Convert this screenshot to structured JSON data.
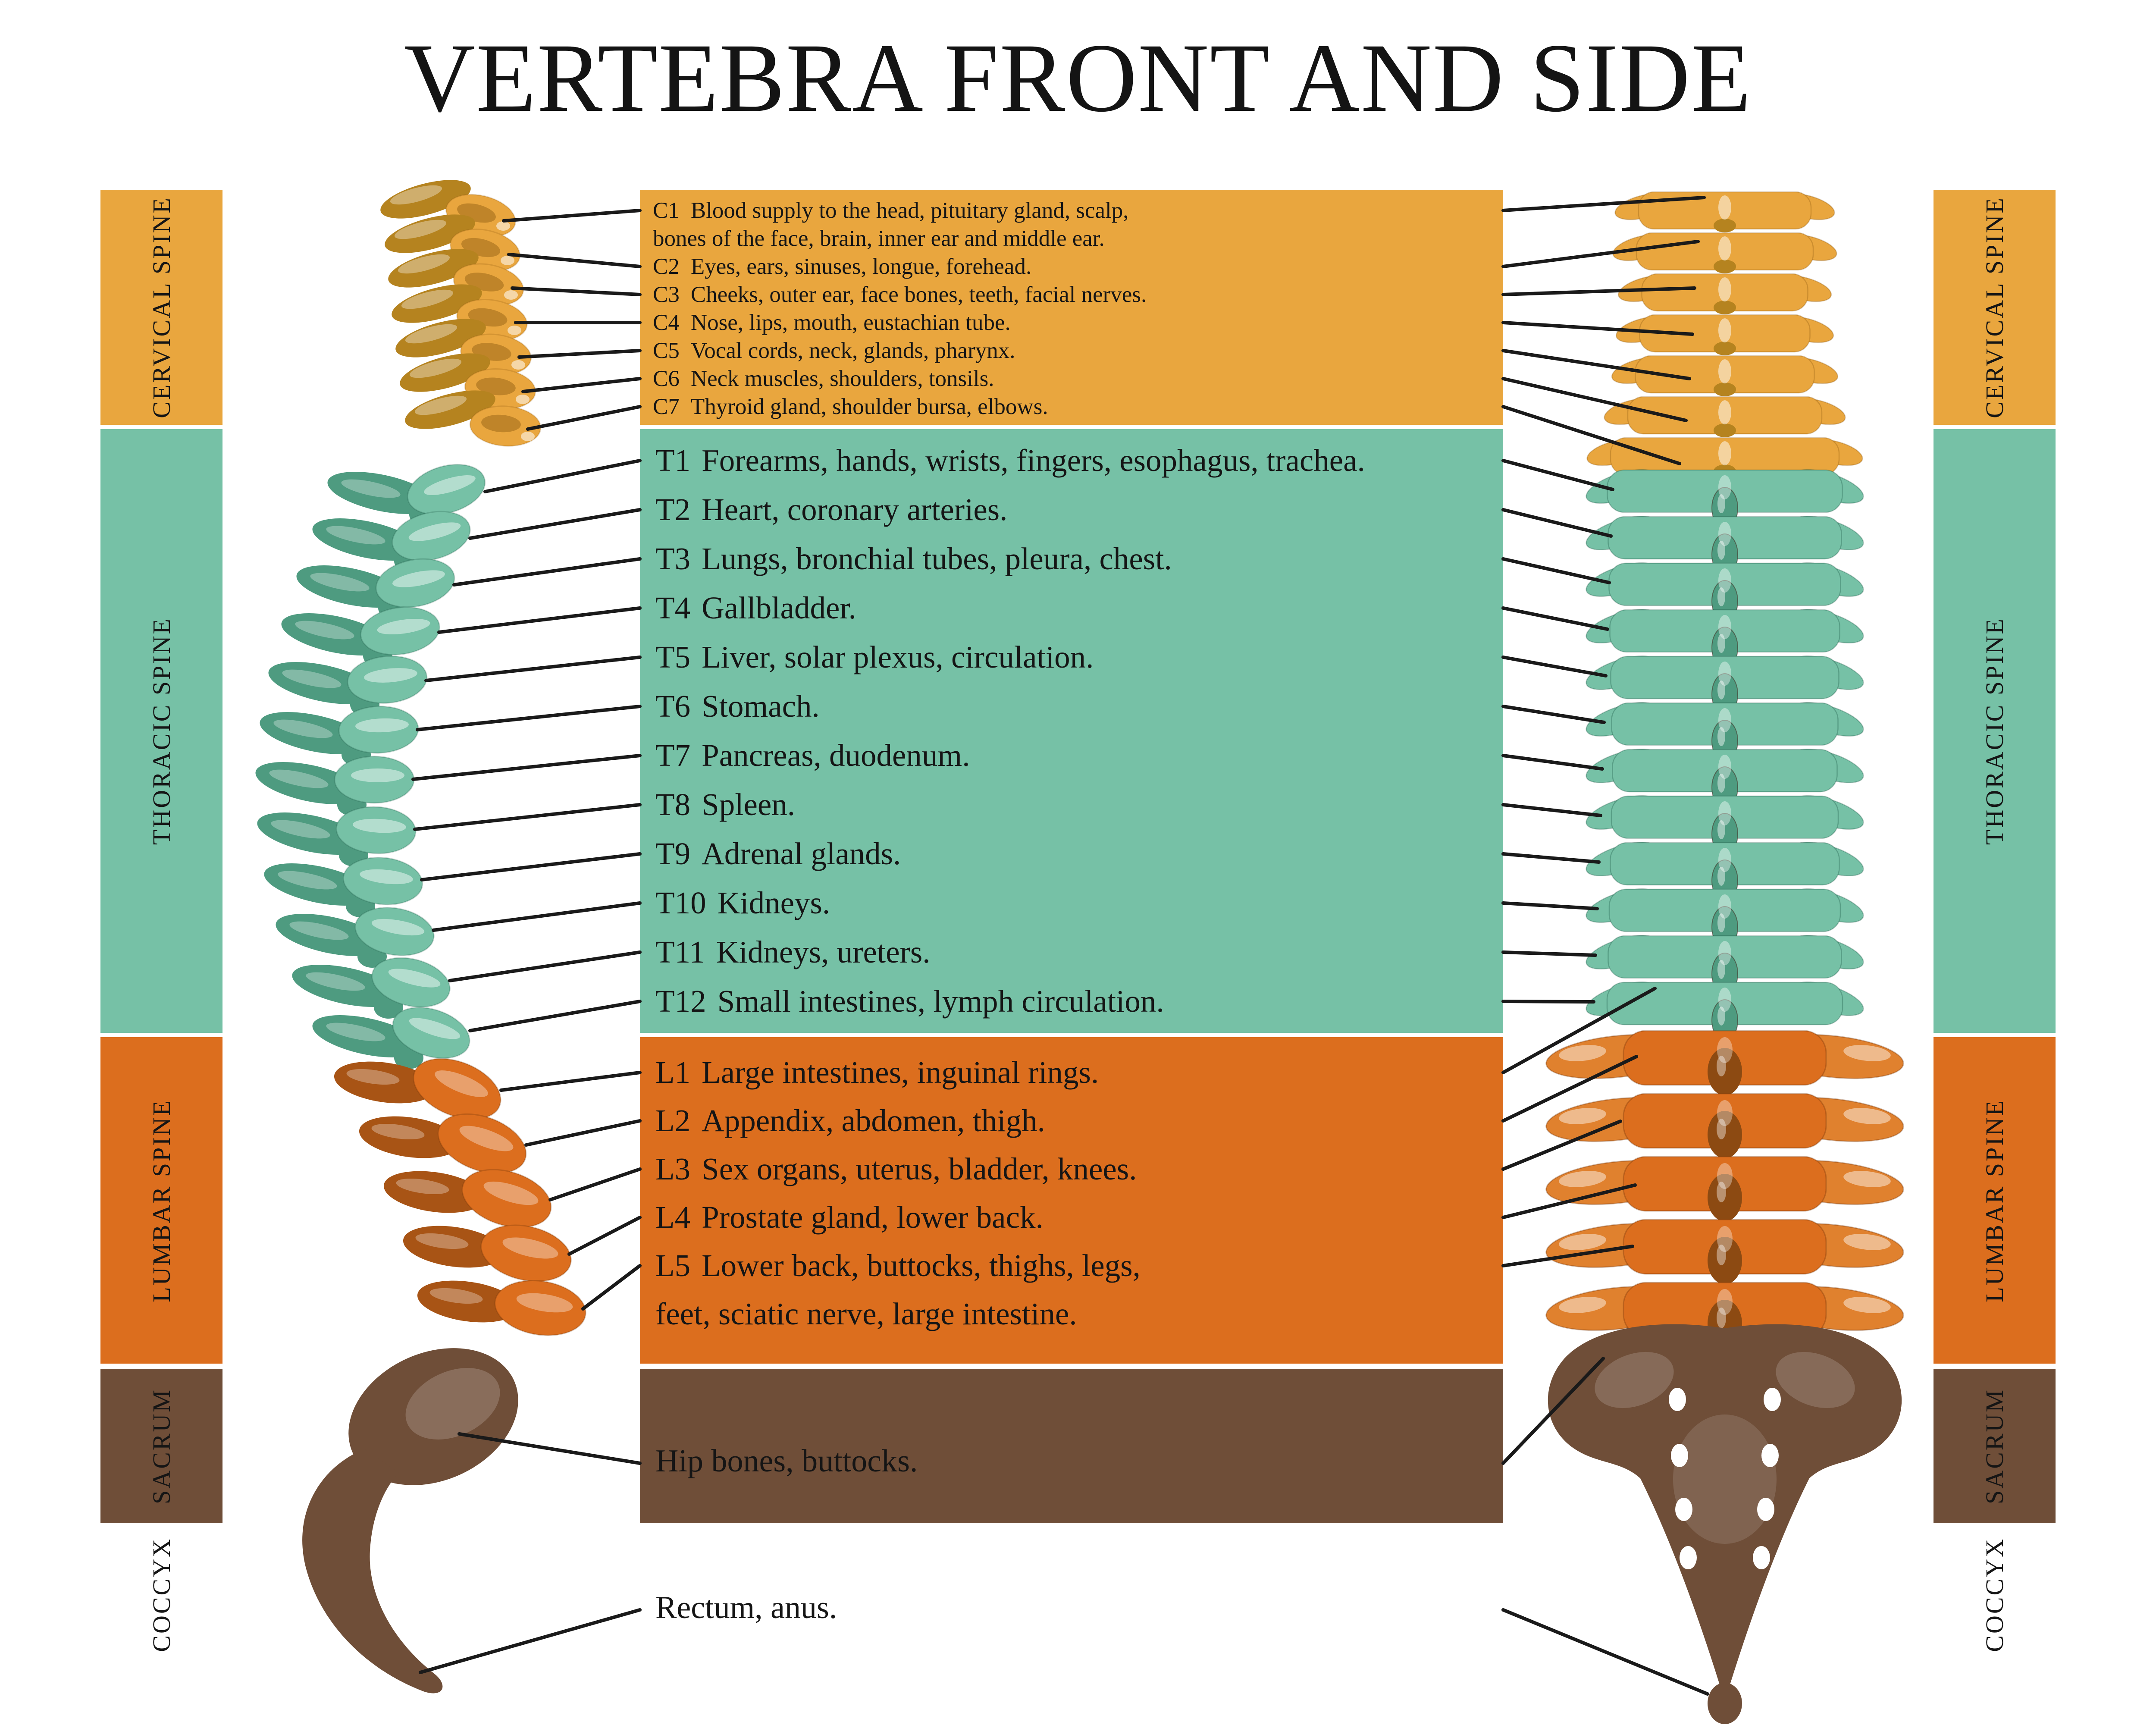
{
  "title": "VERTEBRA FRONT AND SIDE",
  "colors": {
    "cervical": "#E9A63E",
    "cervical_dark": "#B5831F",
    "thoracic": "#76C1A6",
    "thoracic_dark": "#4E9B80",
    "lumbar": "#DC6E1E",
    "lumbar_dark": "#A85415",
    "lumbar_wing": "#E0812E",
    "sacrum": "#6F4E38",
    "sacrum_light": "#8A6450",
    "text": "#151515",
    "leader_line": "#1A1A1A",
    "background": "#FFFFFF"
  },
  "sections": [
    {
      "id": "cervical",
      "sidebar_label": "CERVICAL SPINE",
      "entries": [
        {
          "code": "C1",
          "lines": [
            "Blood supply to the head, pituitary gland, scalp,",
            "bones of the face, brain, inner ear and middle ear."
          ]
        },
        {
          "code": "C2",
          "lines": [
            "Eyes, ears, sinuses, longue, forehead."
          ]
        },
        {
          "code": "C3",
          "lines": [
            "Cheeks, outer ear, face bones, teeth, facial nerves."
          ]
        },
        {
          "code": "C4",
          "lines": [
            "Nose, lips, mouth, eustachian tube."
          ]
        },
        {
          "code": "C5",
          "lines": [
            "Vocal cords, neck, glands, pharynx."
          ]
        },
        {
          "code": "C6",
          "lines": [
            "Neck muscles, shoulders, tonsils."
          ]
        },
        {
          "code": "C7",
          "lines": [
            "Thyroid gland, shoulder bursa, elbows."
          ]
        }
      ]
    },
    {
      "id": "thoracic",
      "sidebar_label": "THORACIC SPINE",
      "entries": [
        {
          "code": "T1",
          "lines": [
            "Forearms, hands, wrists, fingers, esophagus, trachea."
          ]
        },
        {
          "code": "T2",
          "lines": [
            "Heart, coronary arteries."
          ]
        },
        {
          "code": "T3",
          "lines": [
            "Lungs, bronchial tubes, pleura, chest."
          ]
        },
        {
          "code": "T4",
          "lines": [
            "Gallbladder."
          ]
        },
        {
          "code": "T5",
          "lines": [
            "Liver, solar plexus, circulation."
          ]
        },
        {
          "code": "T6",
          "lines": [
            "Stomach."
          ]
        },
        {
          "code": "T7",
          "lines": [
            "Pancreas, duodenum."
          ]
        },
        {
          "code": "T8",
          "lines": [
            "Spleen."
          ]
        },
        {
          "code": "T9",
          "lines": [
            "Adrenal glands."
          ]
        },
        {
          "code": "T10",
          "lines": [
            "Kidneys."
          ]
        },
        {
          "code": "T11",
          "lines": [
            "Kidneys, ureters."
          ]
        },
        {
          "code": "T12",
          "lines": [
            "Small intestines, lymph circulation."
          ]
        }
      ]
    },
    {
      "id": "lumbar",
      "sidebar_label": "LUMBAR SPINE",
      "entries": [
        {
          "code": "L1",
          "lines": [
            "Large intestines, inguinal rings."
          ]
        },
        {
          "code": "L2",
          "lines": [
            "Appendix, abdomen, thigh."
          ]
        },
        {
          "code": "L3",
          "lines": [
            "Sex organs, uterus, bladder, knees."
          ]
        },
        {
          "code": "L4",
          "lines": [
            "Prostate gland, lower back."
          ]
        },
        {
          "code": "L5",
          "lines": [
            "Lower back, buttocks, thighs, legs,",
            "feet, sciatic nerve, large intestine."
          ]
        }
      ]
    },
    {
      "id": "sacrum",
      "sidebar_label": "SACRUM",
      "entries": [
        {
          "code": "",
          "lines": [
            "Hip bones, buttocks."
          ]
        }
      ]
    },
    {
      "id": "coccyx",
      "sidebar_label": "COCCYX",
      "entries": [
        {
          "code": "",
          "lines": [
            "Rectum, anus."
          ]
        }
      ]
    }
  ]
}
